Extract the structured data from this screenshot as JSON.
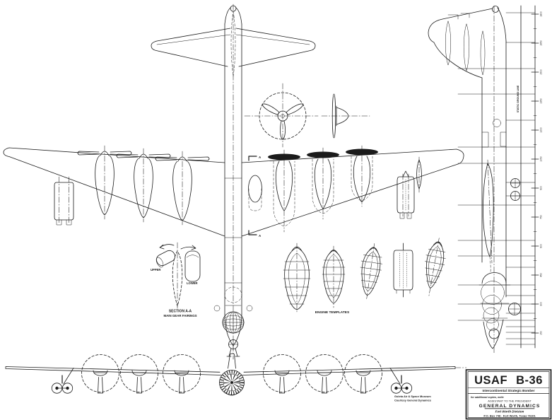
{
  "page": {
    "paper": "#ffffff",
    "ink": "#1b1b1b"
  },
  "drawing": {
    "aircraft": "USAF B-36",
    "labels": {
      "upper": "UPPER",
      "lower": "LOWER",
      "section_title": "SECTION A-A",
      "section_subtitle": "MAIN GEAR FAIRINGS",
      "engine_templates": "ENGINE TEMPLATES",
      "ground_line": "STATIC GROUND LINE",
      "section_marker_top": "A",
      "section_marker_bottom": "A"
    },
    "stations": [
      "1800",
      "1650",
      "1500",
      "1350",
      "1200",
      "1050",
      "900",
      "750",
      "600",
      "450",
      "300",
      "150"
    ]
  },
  "credit": {
    "line1": "Goleta Air & Space Museum",
    "line2": "Courtesy General Dynamics"
  },
  "title_block": {
    "title": "USAF B-36",
    "subtitle": "Intercontinental Strategic Bomber",
    "note": "for additional copies, write",
    "recipient": "ASSISTANT TO THE PRESIDENT",
    "company": "GENERAL DYNAMICS",
    "division": "Fort Worth Division",
    "address": "P.O. Box 748 · Fort Worth, Texas 76101"
  }
}
